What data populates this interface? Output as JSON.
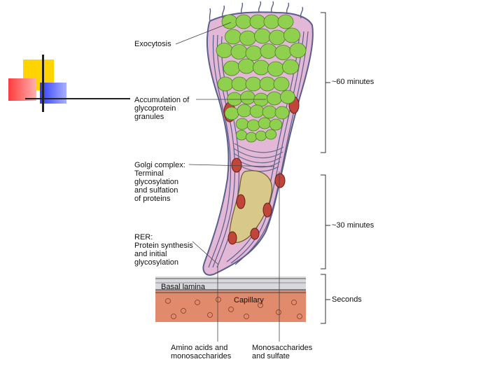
{
  "labels": {
    "exocytosis": "Exocytosis",
    "accumulation": [
      "Accumulation of",
      "glycoprotein",
      "granules"
    ],
    "golgi": [
      "Golgi complex:",
      "Terminal",
      "glycosylation",
      "and sulfation",
      "of proteins"
    ],
    "rer": [
      "RER:",
      "Protein synthesis",
      "and initial",
      "glycosylation"
    ],
    "basal_lamina": "Basal lamina",
    "capillary": "Capillary",
    "amino": [
      "Amino acids and",
      "monosaccharides"
    ],
    "monosaccharides": [
      "Monosaccharides",
      "and sulfate"
    ]
  },
  "timeline": {
    "t60": "~60 minutes",
    "t30": "~30 minutes",
    "seconds": "Seconds"
  },
  "colors": {
    "granule": "#8fd14f",
    "granule_stroke": "#4e7a2a",
    "cytoplasm": "#e2b8d6",
    "rer": "#5a5e8c",
    "mitochondria": "#c0463c",
    "golgi": "#d8c98a",
    "capillary": "#e28a6c",
    "lamina": "#d9d9dd",
    "deco_yellow": "#ffd400",
    "deco_red": "#ff3b3b",
    "deco_blue": "#2f3cff"
  }
}
